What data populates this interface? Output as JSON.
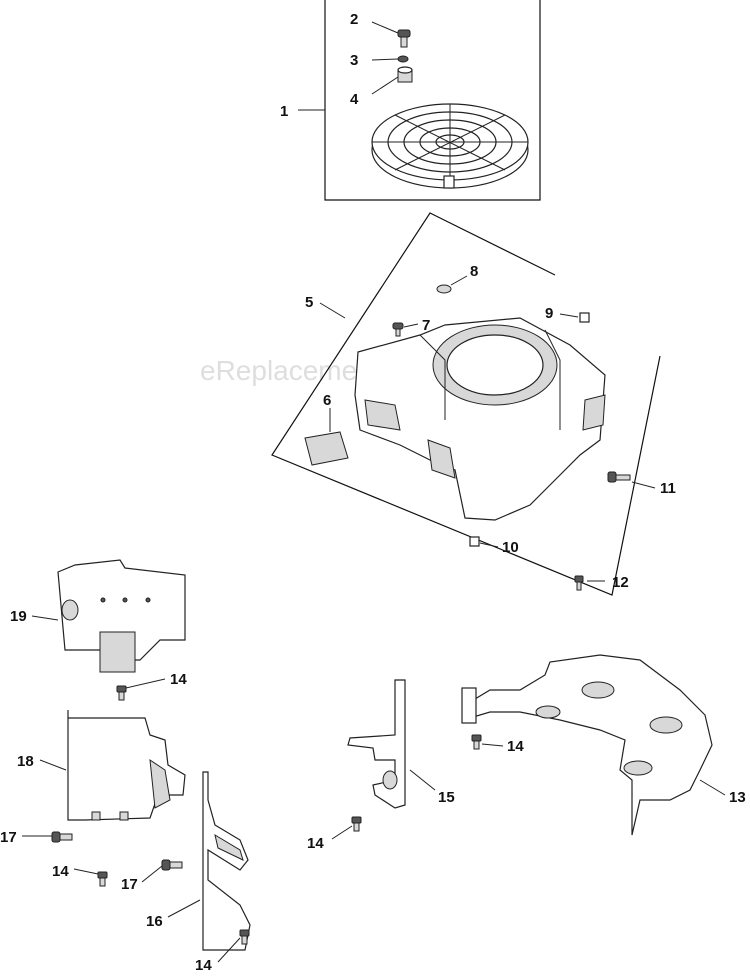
{
  "watermark": "eReplacementParts.com",
  "callouts": {
    "c1": "1",
    "c2": "2",
    "c3": "3",
    "c4": "4",
    "c5": "5",
    "c6": "6",
    "c7": "7",
    "c8": "8",
    "c9": "9",
    "c10": "10",
    "c11": "11",
    "c12": "12",
    "c13": "13",
    "c14a": "14",
    "c14b": "14",
    "c14c": "14",
    "c14d": "14",
    "c14e": "14",
    "c15": "15",
    "c16": "16",
    "c17a": "17",
    "c17b": "17",
    "c18": "18",
    "c19": "19"
  }
}
